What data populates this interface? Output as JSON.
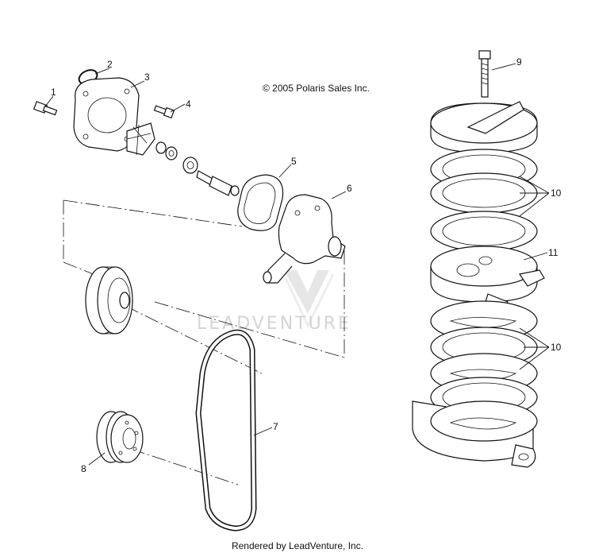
{
  "copyright": "© 2005 Polaris Sales Inc.",
  "footer": "Rendered by LeadVenture, Inc.",
  "watermark": "LEADVENTURE",
  "callouts": [
    "1",
    "2",
    "3",
    "4",
    "5",
    "6",
    "7",
    "8",
    "9",
    "10",
    "10",
    "11"
  ]
}
